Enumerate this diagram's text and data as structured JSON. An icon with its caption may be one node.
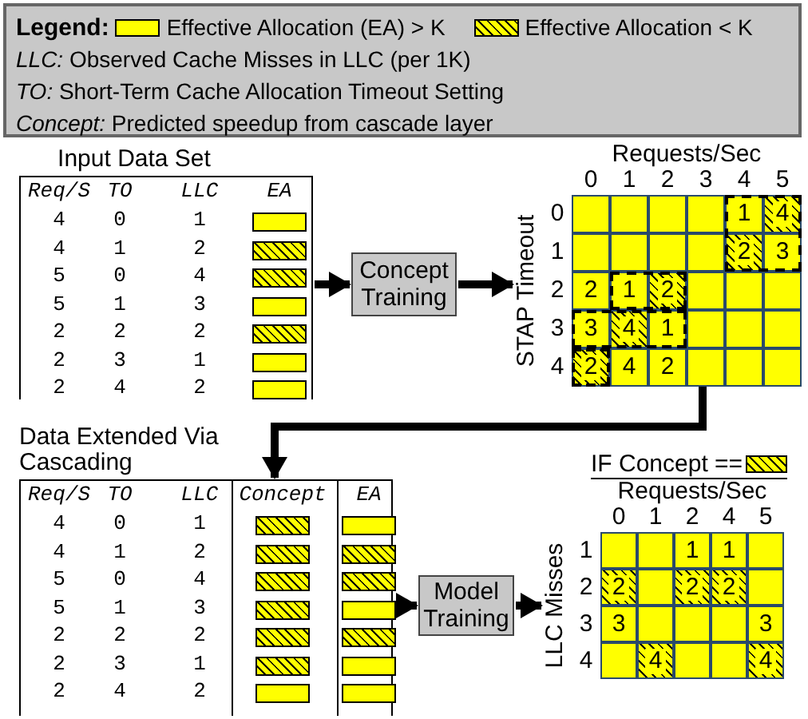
{
  "diagram": {
    "nodes": [
      {
        "text": [
          "Input Data Set",
          "Req/S",
          "TO",
          "LLC",
          "EA",
          "4",
          "0",
          "1",
          "4",
          "1",
          "2",
          "5",
          "0",
          "4",
          "5",
          "1",
          "3",
          "2",
          "2",
          "2",
          "2",
          "3",
          "1",
          "2",
          "4",
          "2"
        ]
      },
      {
        "text": [
          "Concept Training"
        ]
      },
      {
        "text": [
          "Requests/Sec",
          "0",
          "1",
          "2",
          "3",
          "4",
          "5",
          "STAP Timeout",
          "0",
          "1",
          "2",
          "3",
          "4",
          "1",
          "4",
          "2",
          "3",
          "2",
          "1",
          "2",
          "3",
          "4",
          "1",
          "2",
          "4",
          "2"
        ]
      },
      {
        "text": [
          "Data Extended Via Cascading",
          "Req/S",
          "TO",
          "LLC",
          "Concept",
          "EA",
          "4",
          "0",
          "1",
          "4",
          "1",
          "2",
          "5",
          "0",
          "4",
          "5",
          "1",
          "3",
          "2",
          "2",
          "2",
          "2",
          "3",
          "1",
          "2",
          "4",
          "2"
        ]
      },
      {
        "text": [
          "Model Training"
        ]
      },
      {
        "text": [
          "IF Concept ==",
          "Requests/Sec",
          "0",
          "1",
          "2",
          "4",
          "5",
          "LLC Misses",
          "1",
          "2",
          "3",
          "4",
          "1",
          "1",
          "2",
          "2",
          "2",
          "3",
          "3",
          "4",
          "4"
        ]
      }
    ],
    "edges": [
      {
        "from": 0,
        "to": 1,
        "arrow": "to"
      },
      {
        "from": 1,
        "to": 2,
        "arrow": "to"
      },
      {
        "from": 2,
        "to": 3,
        "arrow": "to"
      },
      {
        "from": 3,
        "to": 4,
        "arrow": "to"
      },
      {
        "from": 4,
        "to": 5,
        "arrow": "to"
      }
    ],
    "labels": [
      "Legend:",
      "*LLC:* Observed Cache Misses in LLC (per 1K)",
      "*TO:* Short-Term Cache Allocation Timeout Setting",
      "*Concept:* Predicted speedup from cascade layer"
    ],
    "legend": [
      {
        "text": "Effective Allocation (EA) > K",
        "color": "#ffff00"
      },
      {
        "text": "Effective Allocation < K",
        "color": "#ffff00"
      }
    ]
  }
}
